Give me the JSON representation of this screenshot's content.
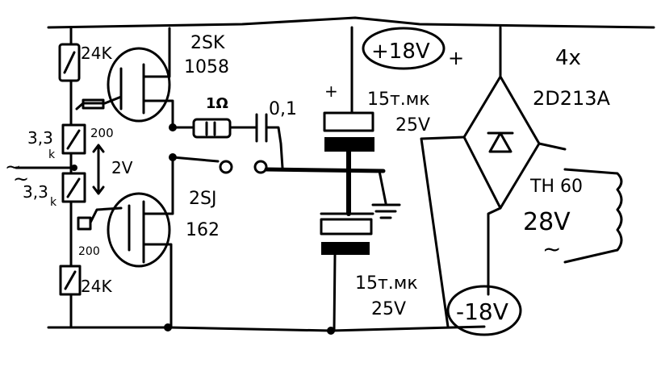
{
  "diagram": {
    "type": "hand-drawn amplifier schematic",
    "colors": {
      "ink": "#000000",
      "background": "#ffffff"
    },
    "labels": {
      "r_top": "24K",
      "q_top_1": "2SK",
      "q_top_2": "1058",
      "r_gate_top": "200",
      "r_bias_top": "3,3",
      "r_bias_top_unit": "k",
      "input": "~",
      "input2": "~",
      "r_bias_bot": "3,3",
      "r_bias_bot_unit": "k",
      "bias_voltage": "2V",
      "q_bot_1": "2SJ",
      "q_bot_2": "162",
      "r_gate_bot": "200",
      "r_bot": "24K",
      "r_out": "1Ω",
      "c_out": "0,1",
      "cap_top_plus": "+",
      "cap_top_1": "15т.мк",
      "cap_top_2": "25V",
      "rail_pos": "+18V",
      "rail_pos_plus": "+",
      "bridge_1": "4x",
      "bridge_2": "2D213A",
      "transformer_1": "TH 60",
      "transformer_2": "28V",
      "transformer_tilde": "~",
      "cap_bot_1": "15т.мк",
      "cap_bot_2": "25V",
      "rail_neg": "-18V"
    }
  }
}
